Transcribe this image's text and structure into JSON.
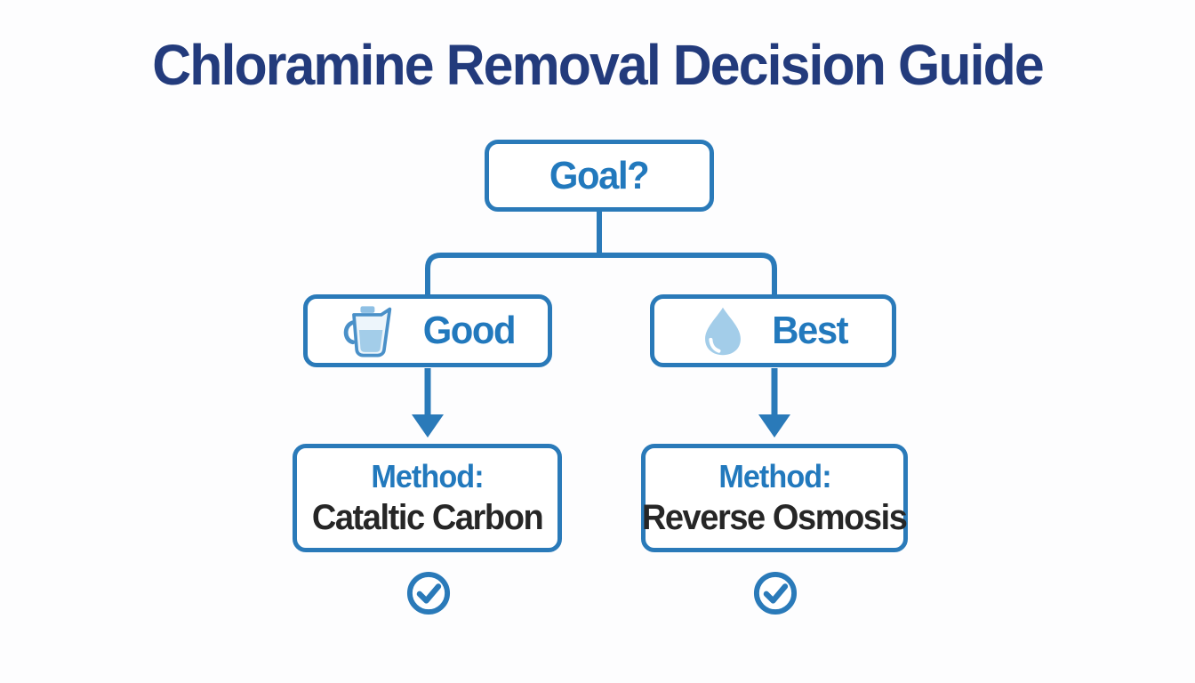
{
  "title": "Chloramine Removal Decision Guide",
  "flowchart": {
    "root_label": "Goal?",
    "branches": [
      {
        "option_label": "Good",
        "icon": "water-pitcher-icon",
        "method_prefix": "Method:",
        "method_name": "Cataltic Carbon",
        "status_icon": "check-circle-icon"
      },
      {
        "option_label": "Best",
        "icon": "water-drop-icon",
        "method_prefix": "Method:",
        "method_name": "Reverse Osmosis",
        "status_icon": "check-circle-icon"
      }
    ]
  },
  "colors": {
    "title_navy": "#233b7c",
    "line_blue": "#2a7ab9",
    "text_blue": "#2279bd",
    "method_dark": "#262626",
    "icon_fill_blue": "#a3cde9",
    "icon_outline_blue": "#4a90c8",
    "background": "#fdfdfe"
  }
}
